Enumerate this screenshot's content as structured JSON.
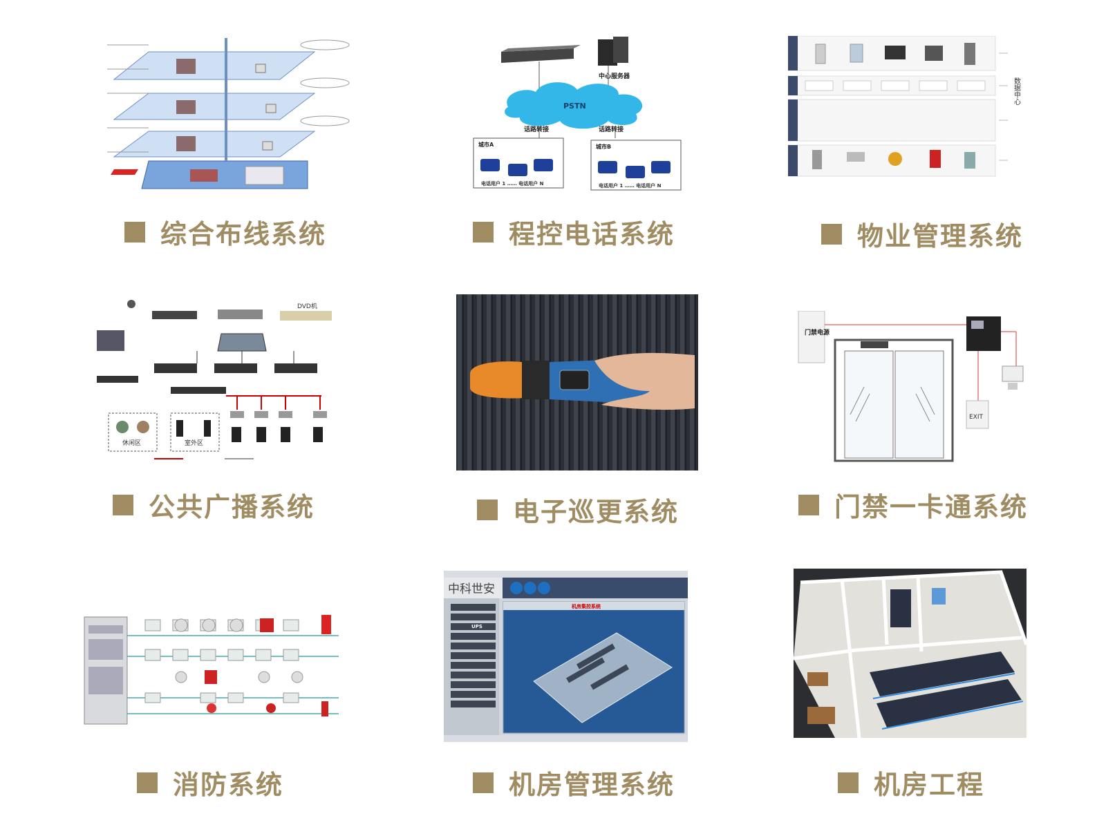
{
  "tiles": [
    {
      "caption": "综合布线系统"
    },
    {
      "caption": "程控电话系统"
    },
    {
      "caption": "物业管理系统"
    },
    {
      "caption": "公共广播系统"
    },
    {
      "caption": "电子巡更系统"
    },
    {
      "caption": "门禁一卡通系统"
    },
    {
      "caption": "消防系统"
    },
    {
      "caption": "机房管理系统"
    },
    {
      "caption": "机房工程"
    }
  ],
  "phone": {
    "server": "中心服务器",
    "cloud": "PSTN",
    "trunk_a": "话路转接",
    "trunk_b": "话路转接",
    "city_a": "城市A",
    "city_b": "城市B",
    "users_a": "电话用户 1 …… 电话用户 N",
    "users_b": "电话用户 1 …… 电话用户 N"
  },
  "property": {
    "center": "数据中心"
  },
  "broadcast": {
    "dvd": "DVD机",
    "leisure_zone": "休闲区",
    "outdoor_zone": "室外区"
  },
  "access": {
    "power": "门禁电源",
    "exit": "EXIT"
  },
  "server_room_sw": {
    "brand": "中科世安",
    "screen_title": "机房集控系统",
    "ups": "UPS"
  },
  "colors": {
    "accent": "#a08c62"
  }
}
